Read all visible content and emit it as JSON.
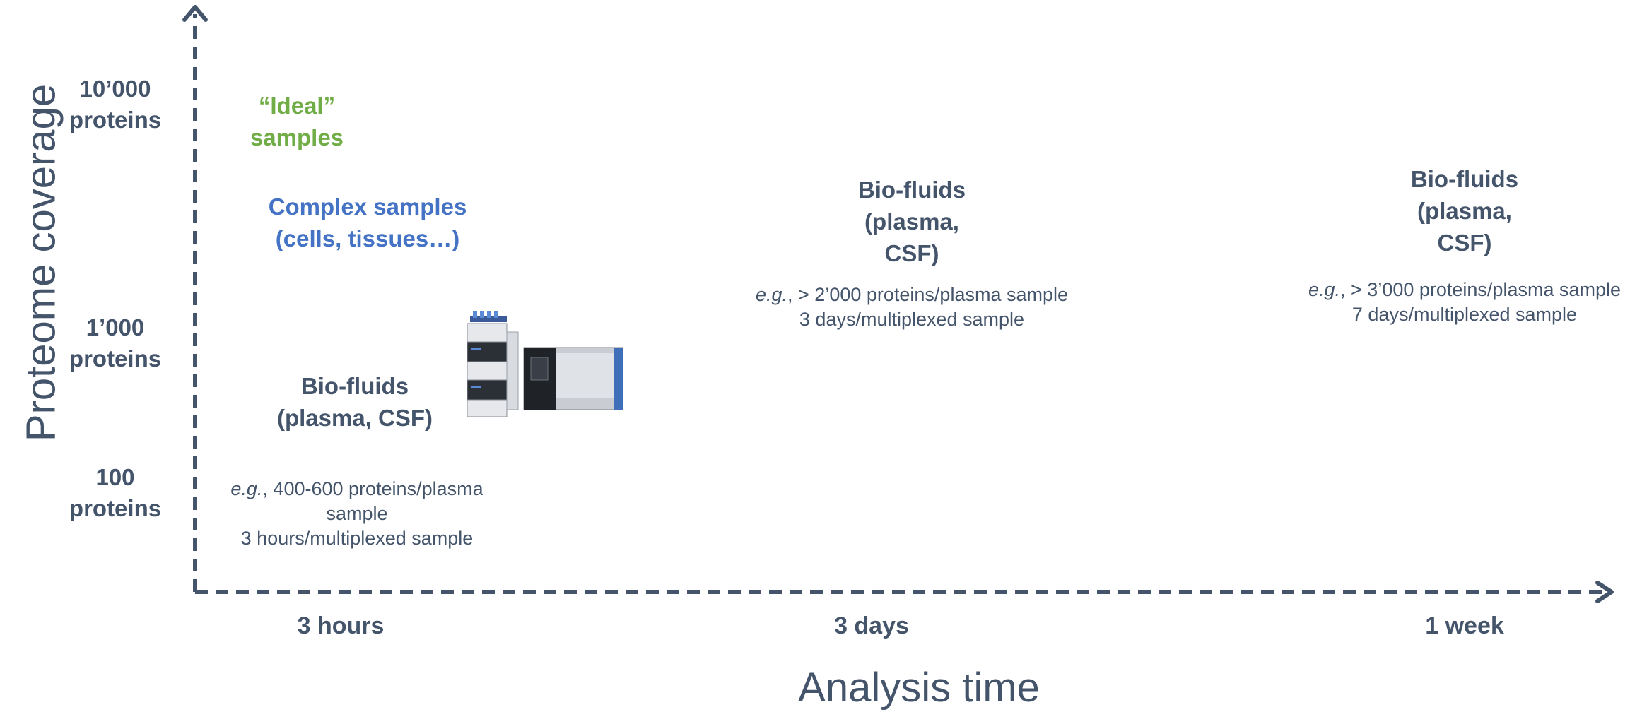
{
  "axes": {
    "y_title": "Proteome coverage",
    "x_title": "Analysis time",
    "y_ticks": [
      {
        "line1": "10’000",
        "line2": "proteins"
      },
      {
        "line1": "1’000",
        "line2": "proteins"
      },
      {
        "line1": "100",
        "line2": "proteins"
      }
    ],
    "x_ticks": [
      "3 hours",
      "3 days",
      "1 week"
    ]
  },
  "ideal": {
    "line1": "“Ideal”",
    "line2": "samples"
  },
  "complex": {
    "line1": "Complex samples",
    "line2": "(cells, tissues…)"
  },
  "groups": [
    {
      "head": {
        "line1": "Bio-fluids",
        "line2": "(plasma, CSF)"
      },
      "note": {
        "eg": "e.g.",
        "line1": ", 400-600 proteins/plasma",
        "line2": "sample",
        "line3": "3 hours/multiplexed sample"
      }
    },
    {
      "head": {
        "line1": "Bio-fluids",
        "line2": "(plasma,",
        "line3": "CSF)"
      },
      "note": {
        "eg": "e.g.",
        "line1": ", > 2’000 proteins/plasma sample",
        "line2": "3 days/multiplexed sample"
      }
    },
    {
      "head": {
        "line1": "Bio-fluids",
        "line2": "(plasma,",
        "line3": "CSF)"
      },
      "note": {
        "eg": "e.g.",
        "line1": ", > 3’000 proteins/plasma sample",
        "line2": "7 days/multiplexed sample"
      }
    }
  ],
  "colors": {
    "axis": "#44546a",
    "ideal": "#70ad47",
    "complex": "#4472c4"
  },
  "icons": [
    "lc-ms-instrument-icon"
  ]
}
